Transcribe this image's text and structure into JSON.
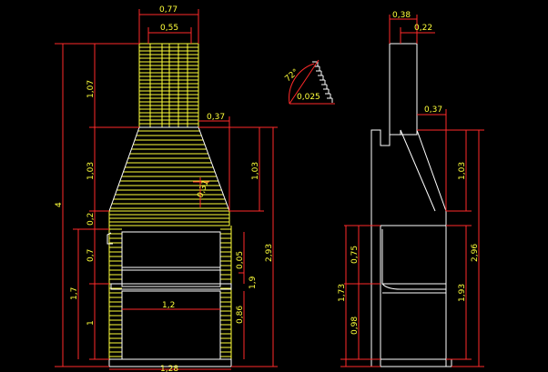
{
  "colors": {
    "background": "#000000",
    "dimension": "#ff2a2a",
    "dim_text": "#ffff3a",
    "outline": "#ffffff",
    "brick": "#ffff3a"
  },
  "front_view": {
    "top_width": "0,77",
    "inner_width": "0,55",
    "ledge": "0,37",
    "total_height": "4",
    "chimney_height": "1,07",
    "hood_height": "1,03",
    "beam": "0,2",
    "opening_height": "0,7",
    "base_height": "1",
    "firebox_level": "1,7",
    "right_hood": "1,03",
    "right_total": "2,93",
    "grill_gap": "0,05",
    "grill_level": "1,9",
    "small_gap": "0,86",
    "inner_span": "1,2",
    "base_width": "1,28",
    "slope_label": "0,31"
  },
  "detail": {
    "angle": "72°",
    "step": "0,025"
  },
  "side_view": {
    "top_width": "0,38",
    "inner_width": "0,22",
    "ledge": "0,37",
    "hood_height": "1,03",
    "total_right": "2,96",
    "firebox": "0,75",
    "firebox_level": "1,73",
    "base": "0,98",
    "grill_level": "1,93"
  }
}
